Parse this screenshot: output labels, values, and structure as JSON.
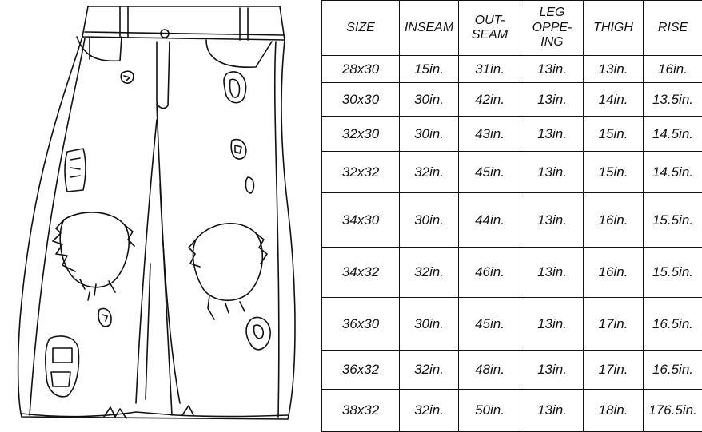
{
  "table": {
    "headers": [
      {
        "lines": [
          "SIZE"
        ]
      },
      {
        "lines": [
          "INSEAM"
        ]
      },
      {
        "lines": [
          "OUT-",
          "SEAM"
        ]
      },
      {
        "lines": [
          "LEG",
          "OPPE-",
          "ING"
        ]
      },
      {
        "lines": [
          "THIGH"
        ]
      },
      {
        "lines": [
          "RISE"
        ]
      }
    ],
    "rows": [
      [
        "28x30",
        "15in.",
        "31in.",
        "13in.",
        "13in.",
        "16in."
      ],
      [
        "30x30",
        "30in.",
        "42in.",
        "13in.",
        "14in.",
        "13.5in."
      ],
      [
        "32x30",
        "30in.",
        "43in.",
        "13in.",
        "15in.",
        "14.5in."
      ],
      [
        "32x32",
        "32in.",
        "45in.",
        "13in.",
        "15in.",
        "14.5in."
      ],
      [
        "34x30",
        "30in.",
        "44in.",
        "13in.",
        "16in.",
        "15.5in."
      ],
      [
        "34x32",
        "32in.",
        "46in.",
        "13in.",
        "16in.",
        "15.5in."
      ],
      [
        "36x30",
        "30in.",
        "45in.",
        "13in.",
        "17in.",
        "16.5in."
      ],
      [
        "36x32",
        "32in.",
        "48in.",
        "13in.",
        "17in.",
        "16.5in."
      ],
      [
        "38x32",
        "32in.",
        "50in.",
        "13in.",
        "18in.",
        "176.5in."
      ]
    ]
  }
}
